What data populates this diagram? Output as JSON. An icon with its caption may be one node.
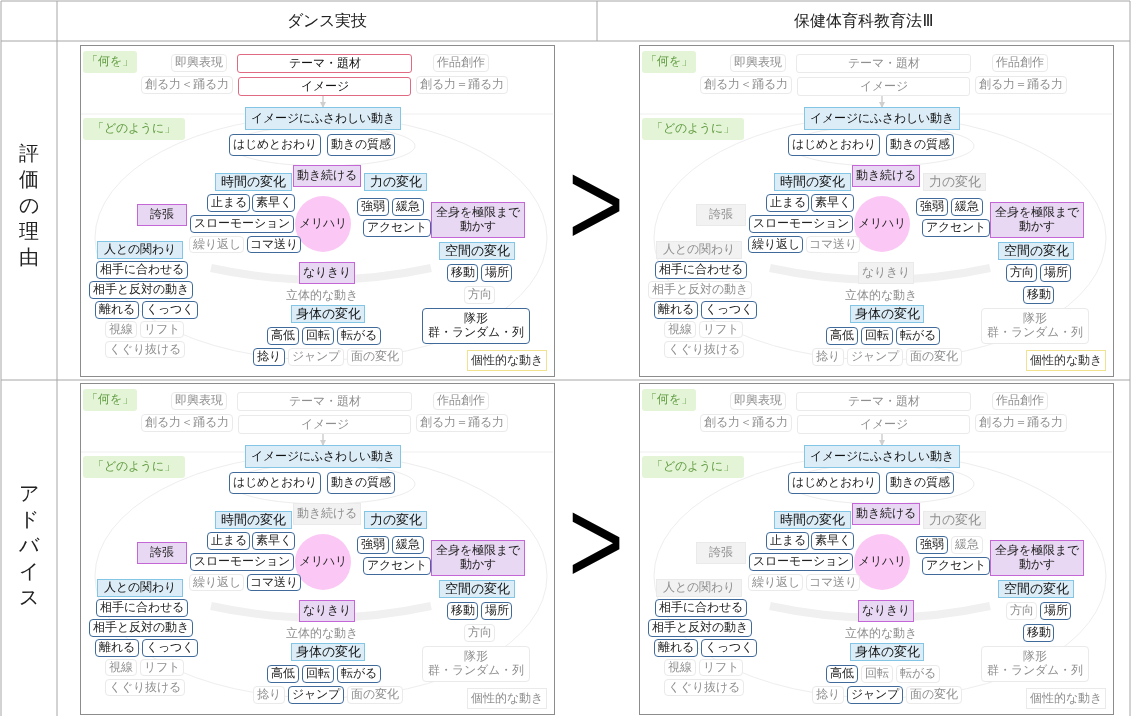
{
  "diagram": {
    "nodes": [
      {
        "text": [],
        "shape": "box"
      },
      {
        "text": [
          "「何を」"
        ],
        "in": 0
      },
      {
        "text": [
          "即興表現"
        ],
        "in": 0
      },
      {
        "text": [
          "テーマ・題材"
        ],
        "in": 0
      },
      {
        "text": [
          "作品創作"
        ],
        "in": 0
      },
      {
        "text": [
          "創る力＜踊る力"
        ],
        "in": 0
      },
      {
        "text": [
          "イメージ"
        ],
        "in": 0
      },
      {
        "text": [
          "創る力＝踊る力"
        ],
        "in": 0
      },
      {
        "text": [
          "「どのように」"
        ],
        "in": 0
      },
      {
        "text": [
          "イメージにふさわしい動き"
        ],
        "in": 0
      },
      {
        "text": [
          "はじめとおわり"
        ],
        "in": 0
      },
      {
        "text": [
          "動きの質感"
        ],
        "in": 0
      },
      {
        "text": [
          "時間の変化"
        ],
        "in": 0
      },
      {
        "text": [
          "動き続ける"
        ],
        "in": 0
      },
      {
        "text": [
          "力の変化"
        ],
        "in": 0
      },
      {
        "text": [
          "止まる"
        ],
        "in": 0
      },
      {
        "text": [
          "素早く"
        ],
        "in": 0
      },
      {
        "text": [
          "誇張"
        ],
        "in": 0
      },
      {
        "text": [
          "メリハリ"
        ],
        "in": 0
      },
      {
        "text": [
          "強弱"
        ],
        "in": 0
      },
      {
        "text": [
          "緩急"
        ],
        "in": 0
      },
      {
        "text": [
          "全身を極限まで動かす"
        ],
        "in": 0
      },
      {
        "text": [
          "スローモーション"
        ],
        "in": 0
      },
      {
        "text": [
          "アクセント"
        ],
        "in": 0
      },
      {
        "text": [
          "繰り返し"
        ],
        "in": 0
      },
      {
        "text": [
          "コマ送り"
        ],
        "in": 0
      },
      {
        "text": [
          "人との関わり"
        ],
        "in": 0
      },
      {
        "text": [
          "空間の変化"
        ],
        "in": 0
      },
      {
        "text": [
          "相手に合わせる"
        ],
        "in": 0
      },
      {
        "text": [
          "なりきり"
        ],
        "in": 0
      },
      {
        "text": [
          "移動"
        ],
        "in": 0
      },
      {
        "text": [
          "場所"
        ],
        "in": 0
      },
      {
        "text": [
          "相手と反対の動き"
        ],
        "in": 0
      },
      {
        "text": [
          "立体的な動き"
        ],
        "in": 0
      },
      {
        "text": [
          "方向"
        ],
        "in": 0
      },
      {
        "text": [
          "離れる"
        ],
        "in": 0
      },
      {
        "text": [
          "くっつく"
        ],
        "in": 0
      },
      {
        "text": [
          "身体の変化"
        ],
        "in": 0
      },
      {
        "text": [
          "隊形",
          "群・ランダム・列"
        ],
        "in": 0
      },
      {
        "text": [
          "視線"
        ],
        "in": 0
      },
      {
        "text": [
          "リフト"
        ],
        "in": 0
      },
      {
        "text": [
          "高低"
        ],
        "in": 0
      },
      {
        "text": [
          "回転"
        ],
        "in": 0
      },
      {
        "text": [
          "転がる"
        ],
        "in": 0
      },
      {
        "text": [
          "くぐり抜ける"
        ],
        "in": 0
      },
      {
        "text": [
          "捻り"
        ],
        "in": 0
      },
      {
        "text": [
          "ジャンプ"
        ],
        "in": 0
      },
      {
        "text": [
          "面の変化"
        ],
        "in": 0
      },
      {
        "text": [
          "個性的な動き"
        ],
        "in": 0
      },
      {
        "text": [],
        "shape": "box"
      },
      {
        "text": [
          "「何を」"
        ],
        "in": 49
      },
      {
        "text": [
          "即興表現"
        ],
        "in": 49
      },
      {
        "text": [
          "テーマ・題材"
        ],
        "in": 49
      },
      {
        "text": [
          "作品創作"
        ],
        "in": 49
      },
      {
        "text": [
          "創る力＜踊る力"
        ],
        "in": 49
      },
      {
        "text": [
          "イメージ"
        ],
        "in": 49
      },
      {
        "text": [
          "創る力＝踊る力"
        ],
        "in": 49
      },
      {
        "text": [
          "「どのように」"
        ],
        "in": 49
      },
      {
        "text": [
          "イメージにふさわしい動き"
        ],
        "in": 49
      },
      {
        "text": [
          "はじめとおわり"
        ],
        "in": 49
      },
      {
        "text": [
          "動きの質感"
        ],
        "in": 49
      },
      {
        "text": [
          "時間の変化"
        ],
        "in": 49
      },
      {
        "text": [
          "動き続ける"
        ],
        "in": 49
      },
      {
        "text": [
          "力の変化"
        ],
        "in": 49
      },
      {
        "text": [
          "止まる"
        ],
        "in": 49
      },
      {
        "text": [
          "素早く"
        ],
        "in": 49
      },
      {
        "text": [
          "誇張"
        ],
        "in": 49
      },
      {
        "text": [
          "メリハリ"
        ],
        "in": 49
      },
      {
        "text": [
          "強弱"
        ],
        "in": 49
      },
      {
        "text": [
          "緩急"
        ],
        "in": 49
      },
      {
        "text": [
          "全身を極限まで動かす"
        ],
        "in": 49
      },
      {
        "text": [
          "スローモーション"
        ],
        "in": 49
      },
      {
        "text": [
          "アクセント"
        ],
        "in": 49
      },
      {
        "text": [
          "繰り返し"
        ],
        "in": 49
      },
      {
        "text": [
          "コマ送り"
        ],
        "in": 49
      },
      {
        "text": [
          "人との関わり"
        ],
        "in": 49
      },
      {
        "text": [
          "空間の変化"
        ],
        "in": 49
      },
      {
        "text": [
          "相手に合わせる"
        ],
        "in": 49
      },
      {
        "text": [
          "なりきり"
        ],
        "in": 49
      },
      {
        "text": [
          "移動"
        ],
        "in": 49
      },
      {
        "text": [
          "場所"
        ],
        "in": 49
      },
      {
        "text": [
          "相手と反対の動き"
        ],
        "in": 49
      },
      {
        "text": [
          "立体的な動き"
        ],
        "in": 49
      },
      {
        "text": [
          "方向"
        ],
        "in": 49
      },
      {
        "text": [
          "離れる"
        ],
        "in": 49
      },
      {
        "text": [
          "くっつく"
        ],
        "in": 49
      },
      {
        "text": [
          "身体の変化"
        ],
        "in": 49
      },
      {
        "text": [
          "隊形",
          "群・ランダム・列"
        ],
        "in": 49
      },
      {
        "text": [
          "視線"
        ],
        "in": 49
      },
      {
        "text": [
          "リフト"
        ],
        "in": 49
      },
      {
        "text": [
          "高低"
        ],
        "in": 49
      },
      {
        "text": [
          "回転"
        ],
        "in": 49
      },
      {
        "text": [
          "転がる"
        ],
        "in": 49
      },
      {
        "text": [
          "くぐり抜ける"
        ],
        "in": 49
      },
      {
        "text": [
          "捻り"
        ],
        "in": 49
      },
      {
        "text": [
          "ジャンプ"
        ],
        "in": 49
      },
      {
        "text": [
          "面の変化"
        ],
        "in": 49
      },
      {
        "text": [
          "個性的な動き"
        ],
        "in": 49
      },
      {
        "text": [],
        "shape": "box"
      },
      {
        "text": [
          "「何を」"
        ],
        "in": 98
      },
      {
        "text": [
          "即興表現"
        ],
        "in": 98
      },
      {
        "text": [
          "テーマ・題材"
        ],
        "in": 98
      },
      {
        "text": [
          "作品創作"
        ],
        "in": 98
      },
      {
        "text": [
          "創る力＜踊る力"
        ],
        "in": 98
      },
      {
        "text": [
          "イメージ"
        ],
        "in": 98
      },
      {
        "text": [
          "創る力＝踊る力"
        ],
        "in": 98
      },
      {
        "text": [
          "「どのように」"
        ],
        "in": 98
      },
      {
        "text": [
          "イメージにふさわしい動き"
        ],
        "in": 98
      },
      {
        "text": [
          "はじめとおわり"
        ],
        "in": 98
      },
      {
        "text": [
          "動きの質感"
        ],
        "in": 98
      },
      {
        "text": [
          "時間の変化"
        ],
        "in": 98
      },
      {
        "text": [
          "動き続ける"
        ],
        "in": 98
      },
      {
        "text": [
          "力の変化"
        ],
        "in": 98
      },
      {
        "text": [
          "止まる"
        ],
        "in": 98
      },
      {
        "text": [
          "素早く"
        ],
        "in": 98
      },
      {
        "text": [
          "誇張"
        ],
        "in": 98
      },
      {
        "text": [
          "メリハリ"
        ],
        "in": 98
      },
      {
        "text": [
          "強弱"
        ],
        "in": 98
      },
      {
        "text": [
          "緩急"
        ],
        "in": 98
      },
      {
        "text": [
          "全身を極限まで動かす"
        ],
        "in": 98
      },
      {
        "text": [
          "スローモーション"
        ],
        "in": 98
      },
      {
        "text": [
          "アクセント"
        ],
        "in": 98
      },
      {
        "text": [
          "繰り返し"
        ],
        "in": 98
      },
      {
        "text": [
          "コマ送り"
        ],
        "in": 98
      },
      {
        "text": [
          "人との関わり"
        ],
        "in": 98
      },
      {
        "text": [
          "空間の変化"
        ],
        "in": 98
      },
      {
        "text": [
          "相手に合わせる"
        ],
        "in": 98
      },
      {
        "text": [
          "なりきり"
        ],
        "in": 98
      },
      {
        "text": [
          "移動"
        ],
        "in": 98
      },
      {
        "text": [
          "場所"
        ],
        "in": 98
      },
      {
        "text": [
          "相手と反対の動き"
        ],
        "in": 98
      },
      {
        "text": [
          "立体的な動き"
        ],
        "in": 98
      },
      {
        "text": [
          "方向"
        ],
        "in": 98
      },
      {
        "text": [
          "離れる"
        ],
        "in": 98
      },
      {
        "text": [
          "くっつく"
        ],
        "in": 98
      },
      {
        "text": [
          "身体の変化"
        ],
        "in": 98
      },
      {
        "text": [
          "隊形",
          "群・ランダム・列"
        ],
        "in": 98
      },
      {
        "text": [
          "視線"
        ],
        "in": 98
      },
      {
        "text": [
          "リフト"
        ],
        "in": 98
      },
      {
        "text": [
          "高低"
        ],
        "in": 98
      },
      {
        "text": [
          "回転"
        ],
        "in": 98
      },
      {
        "text": [
          "転がる"
        ],
        "in": 98
      },
      {
        "text": [
          "くぐり抜ける"
        ],
        "in": 98
      },
      {
        "text": [
          "捻り"
        ],
        "in": 98
      },
      {
        "text": [
          "ジャンプ"
        ],
        "in": 98
      },
      {
        "text": [
          "面の変化"
        ],
        "in": 98
      },
      {
        "text": [
          "個性的な動き"
        ],
        "in": 98
      },
      {
        "text": [],
        "shape": "box"
      },
      {
        "text": [
          "「何を」"
        ],
        "in": 147
      },
      {
        "text": [
          "即興表現"
        ],
        "in": 147
      },
      {
        "text": [
          "テーマ・題材"
        ],
        "in": 147
      },
      {
        "text": [
          "作品創作"
        ],
        "in": 147
      },
      {
        "text": [
          "創る力＜踊る力"
        ],
        "in": 147
      },
      {
        "text": [
          "イメージ"
        ],
        "in": 147
      },
      {
        "text": [
          "創る力＝踊る力"
        ],
        "in": 147
      },
      {
        "text": [
          "「どのように」"
        ],
        "in": 147
      },
      {
        "text": [
          "イメージにふさわしい動き"
        ],
        "in": 147
      },
      {
        "text": [
          "はじめとおわり"
        ],
        "in": 147
      },
      {
        "text": [
          "動きの質感"
        ],
        "in": 147
      },
      {
        "text": [
          "時間の変化"
        ],
        "in": 147
      },
      {
        "text": [
          "動き続ける"
        ],
        "in": 147
      },
      {
        "text": [
          "力の変化"
        ],
        "in": 147
      },
      {
        "text": [
          "止まる"
        ],
        "in": 147
      },
      {
        "text": [
          "素早く"
        ],
        "in": 147
      },
      {
        "text": [
          "誇張"
        ],
        "in": 147
      },
      {
        "text": [
          "メリハリ"
        ],
        "in": 147
      },
      {
        "text": [
          "強弱"
        ],
        "in": 147
      },
      {
        "text": [
          "緩急"
        ],
        "in": 147
      },
      {
        "text": [
          "全身を極限まで動かす"
        ],
        "in": 147
      },
      {
        "text": [
          "スローモーション"
        ],
        "in": 147
      },
      {
        "text": [
          "アクセント"
        ],
        "in": 147
      },
      {
        "text": [
          "繰り返し"
        ],
        "in": 147
      },
      {
        "text": [
          "コマ送り"
        ],
        "in": 147
      },
      {
        "text": [
          "人との関わり"
        ],
        "in": 147
      },
      {
        "text": [
          "空間の変化"
        ],
        "in": 147
      },
      {
        "text": [
          "相手に合わせる"
        ],
        "in": 147
      },
      {
        "text": [
          "なりきり"
        ],
        "in": 147
      },
      {
        "text": [
          "移動"
        ],
        "in": 147
      },
      {
        "text": [
          "場所"
        ],
        "in": 147
      },
      {
        "text": [
          "相手と反対の動き"
        ],
        "in": 147
      },
      {
        "text": [
          "立体的な動き"
        ],
        "in": 147
      },
      {
        "text": [
          "方向"
        ],
        "in": 147
      },
      {
        "text": [
          "離れる"
        ],
        "in": 147
      },
      {
        "text": [
          "くっつく"
        ],
        "in": 147
      },
      {
        "text": [
          "身体の変化"
        ],
        "in": 147
      },
      {
        "text": [
          "隊形",
          "群・ランダム・列"
        ],
        "in": 147
      },
      {
        "text": [
          "視線"
        ],
        "in": 147
      },
      {
        "text": [
          "リフト"
        ],
        "in": 147
      },
      {
        "text": [
          "高低"
        ],
        "in": 147
      },
      {
        "text": [
          "回転"
        ],
        "in": 147
      },
      {
        "text": [
          "転がる"
        ],
        "in": 147
      },
      {
        "text": [
          "くぐり抜ける"
        ],
        "in": 147
      },
      {
        "text": [
          "捻り"
        ],
        "in": 147
      },
      {
        "text": [
          "ジャンプ"
        ],
        "in": 147
      },
      {
        "text": [
          "面の変化"
        ],
        "in": 147
      },
      {
        "text": [
          "個性的な動き"
        ],
        "in": 147
      }
    ],
    "edges": [
      {
        "from": 6,
        "to": 9,
        "arrow": "to"
      },
      {
        "from": 55,
        "to": 58,
        "arrow": "to"
      },
      {
        "from": 104,
        "to": 107,
        "arrow": "to"
      },
      {
        "from": 153,
        "to": 156,
        "arrow": "to"
      }
    ],
    "labels": [
      "ダンス実技",
      "保健体育科教育法Ⅲ",
      "評価の理由",
      ">",
      "アドバイス",
      ">"
    ]
  }
}
